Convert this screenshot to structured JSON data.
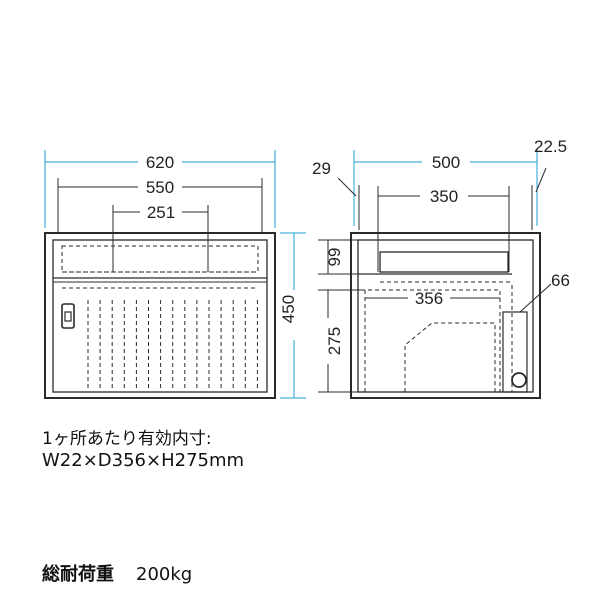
{
  "colors": {
    "dimension_line": "#1ea0d4",
    "outline": "#2a2a2a",
    "text": "#222222"
  },
  "front_view": {
    "width_label": "620",
    "inner_width_label": "550",
    "slot_span_label": "251",
    "height_label": "450"
  },
  "side_view": {
    "top_left_label": "29",
    "depth_label": "500",
    "top_right_label": "22.5",
    "inner_depth_label": "350",
    "shelf_height_label": "99",
    "compartment_depth_label": "356",
    "compartment_height_label": "275",
    "side_gap_label": "66"
  },
  "notes": {
    "per_slot_title": "1ヶ所あたり有効内寸:",
    "per_slot_dims": "W22×D356×H275mm",
    "load_label": "総耐荷重",
    "load_value": "200kg"
  }
}
